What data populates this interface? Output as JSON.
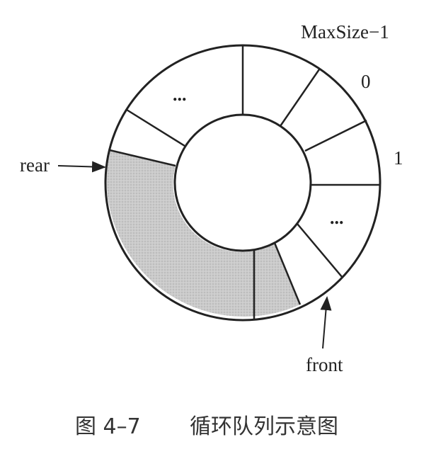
{
  "labels": {
    "max_size_minus_1": "MaxSize−1",
    "index_0": "0",
    "index_1": "1",
    "ellipsis_top": "...",
    "ellipsis_right": "...",
    "rear": "rear",
    "front": "front"
  },
  "caption": {
    "figure_number": "图 4–7",
    "title": "循环队列示意图"
  },
  "colors": {
    "line": "#222222",
    "filled": "#c8c8c8",
    "empty": "#ffffff"
  }
}
